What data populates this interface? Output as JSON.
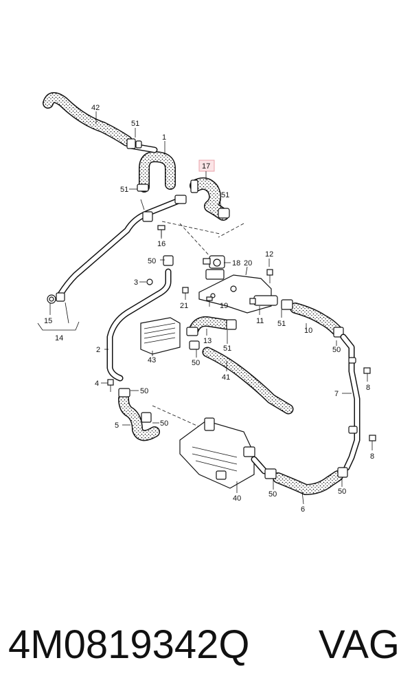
{
  "diagram": {
    "highlight_color": "#e8a0a8",
    "highlight_fill": "#fbe4e6",
    "hose_texture_color": "#111111",
    "callouts": {
      "c1": "1",
      "c2": "2",
      "c3": "3",
      "c4": "4",
      "c5": "5",
      "c6": "6",
      "c7": "7",
      "c8a": "8",
      "c8b": "8",
      "c10": "10",
      "c11": "11",
      "c12": "12",
      "c13": "13",
      "c14": "14",
      "c15": "15",
      "c16": "16",
      "c17": "17",
      "c18": "18",
      "c19": "19",
      "c20": "20",
      "c21": "21",
      "c40": "40",
      "c41": "41",
      "c42": "42",
      "c43": "43",
      "c50a": "50",
      "c50b": "50",
      "c50c": "50",
      "c50d": "50",
      "c50e": "50",
      "c50f": "50",
      "c50g": "50",
      "c51a": "51",
      "c51b": "51",
      "c51c": "51",
      "c51d": "51",
      "c51e": "51"
    }
  },
  "footer": {
    "part_number": "4M0819342Q",
    "brand": "VAG"
  }
}
